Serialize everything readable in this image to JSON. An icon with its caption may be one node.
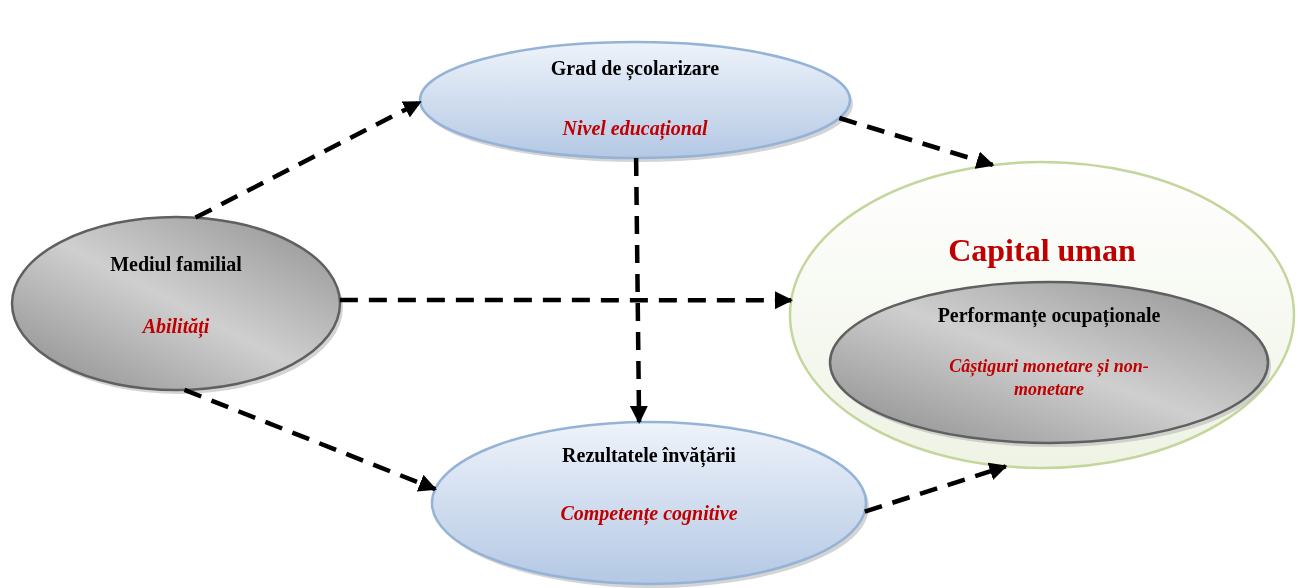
{
  "diagram": {
    "nodes": [
      {
        "text": [
          "Grad de școlarizare",
          "Nivel educațional"
        ]
      },
      {
        "text": [
          "Mediul familial",
          "Abilități"
        ]
      },
      {
        "text": [
          "Capital uman"
        ]
      },
      {
        "text": [
          "Performanțe ocupaționale",
          "Câștiguri monetare și non-monetare"
        ],
        "in": 2
      },
      {
        "text": [
          "Rezultatele învățării",
          "Competențe cognitive"
        ]
      }
    ],
    "edges": [
      {
        "from": 1,
        "to": 0,
        "arrow": "to"
      },
      {
        "from": 0,
        "to": 2,
        "arrow": "to"
      },
      {
        "from": 1,
        "to": 2,
        "arrow": "to"
      },
      {
        "from": 0,
        "to": 4,
        "arrow": "to"
      },
      {
        "from": 1,
        "to": 4,
        "arrow": "to"
      },
      {
        "from": 4,
        "to": 2,
        "arrow": "to"
      }
    ]
  }
}
